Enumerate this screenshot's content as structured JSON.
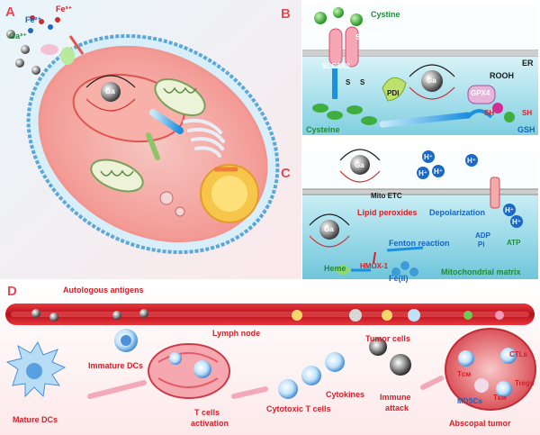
{
  "panels": {
    "a": "A",
    "b": "B",
    "c": "C",
    "d": "D"
  },
  "ions": {
    "fe3": "Fe³⁺",
    "fe2": "Fe²⁺",
    "ga3": "Ga³⁺"
  },
  "ga_label": "Ga",
  "panel_b": {
    "cystine": "Cystine",
    "slc3a2": "SLC3A2",
    "slc7a11": "SLC7A11",
    "er": "ER",
    "rooh": "ROOH",
    "gpx4": "GPX4",
    "pdi": "PDI",
    "cysteine": "Cysteine",
    "gsh": "GSH",
    "sh": "SH",
    "s": "S"
  },
  "panel_c": {
    "h": "H⁺",
    "mito_etc": "Mito ETC",
    "lipid_peroxides": "Lipid peroxides",
    "depolarization": "Depolarization",
    "fenton": "Fenton reaction",
    "heme": "Heme",
    "hmox": "HMOX-1",
    "fe": "Fe(II)",
    "adp": "ADP",
    "pi": "Pi",
    "atp": "ATP",
    "matrix": "Mitochondrial matrix"
  },
  "panel_d": {
    "autologous": "Autologous antigens",
    "immature": "Immature DCs",
    "mature": "Mature DCs",
    "lymph": "Lymph node",
    "tcells_1": "T cells",
    "tcells_2": "activation",
    "ctc": "Cytotoxic T cells",
    "cytokines": "Cytokines",
    "tumor_cells": "Tumor cells",
    "immune_1": "Immune",
    "immune_2": "attack",
    "abscopal": "Abscopal tumor",
    "tcm": "Tᴄᴍ",
    "ctl": "CTLs",
    "tregs": "Tregs",
    "mdscs": "MDSCs",
    "tem": "Tᴇᴍ"
  },
  "colors": {
    "panel_letter": "#e14b58",
    "cell_membrane": "#6ab0d8",
    "cytoplasm": "#f8a8a4",
    "ga_sphere": "#9a9a9a",
    "blood_vessel": "#c8141c",
    "water": "#8fd6e6"
  }
}
